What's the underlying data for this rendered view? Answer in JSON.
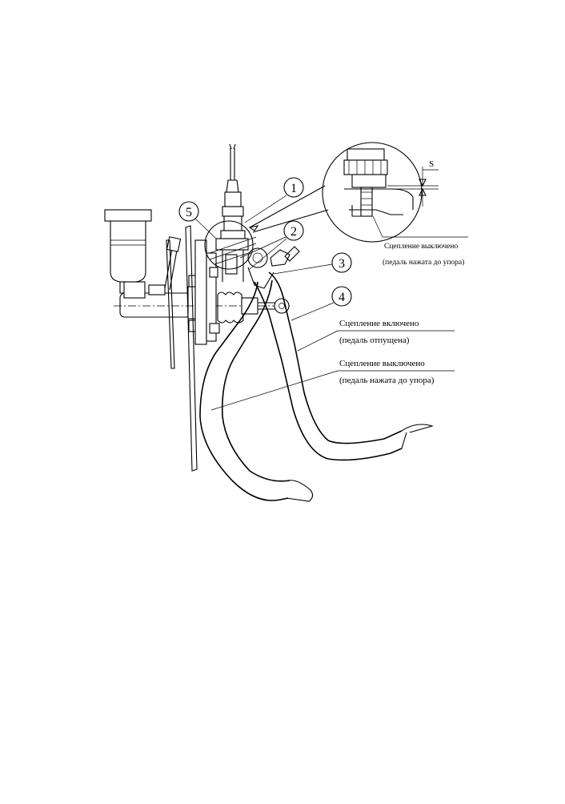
{
  "callouts": {
    "c1": "1",
    "c2": "2",
    "c3": "3",
    "c4": "4",
    "c5": "5"
  },
  "detail": {
    "dimension_letter": "S",
    "note_line1": "Сцепление выключено",
    "note_line2": "(педаль нажата до упора)"
  },
  "states": {
    "engaged_line1": "Сцепление включено",
    "engaged_line2": "(педаль отпущена)",
    "disengaged_line1": "Сцепление выключено",
    "disengaged_line2": "(педаль нажата до упора)"
  }
}
